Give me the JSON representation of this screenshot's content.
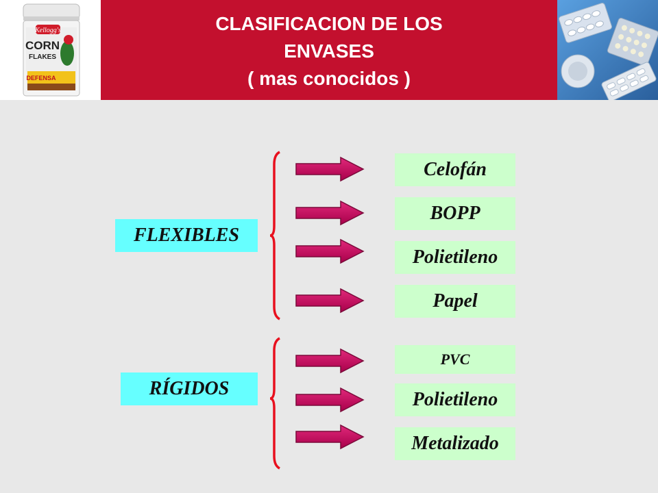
{
  "header": {
    "title_line1": "CLASIFICACION  DE LOS",
    "title_line2": "ENVASES",
    "title_line3": "( mas conocidos )",
    "left_image": "cereal-box-illustration",
    "right_image": "pill-blister-packs-photo",
    "left_image_text": "Kellogg's CORN FLAKES"
  },
  "colors": {
    "banner": "#c3102e",
    "background": "#e8e8e8",
    "category_box": "#66ffff",
    "item_box": "#ccffcc",
    "arrow": "#cc0066",
    "brace": "#e8101e"
  },
  "groups": [
    {
      "category": "FLEXIBLES",
      "items": [
        "Celofán",
        "BOPP",
        "Polietileno",
        "Papel"
      ]
    },
    {
      "category": "RÍGIDOS",
      "items": [
        "PVC",
        "Polietileno",
        "Metalizado"
      ]
    }
  ]
}
